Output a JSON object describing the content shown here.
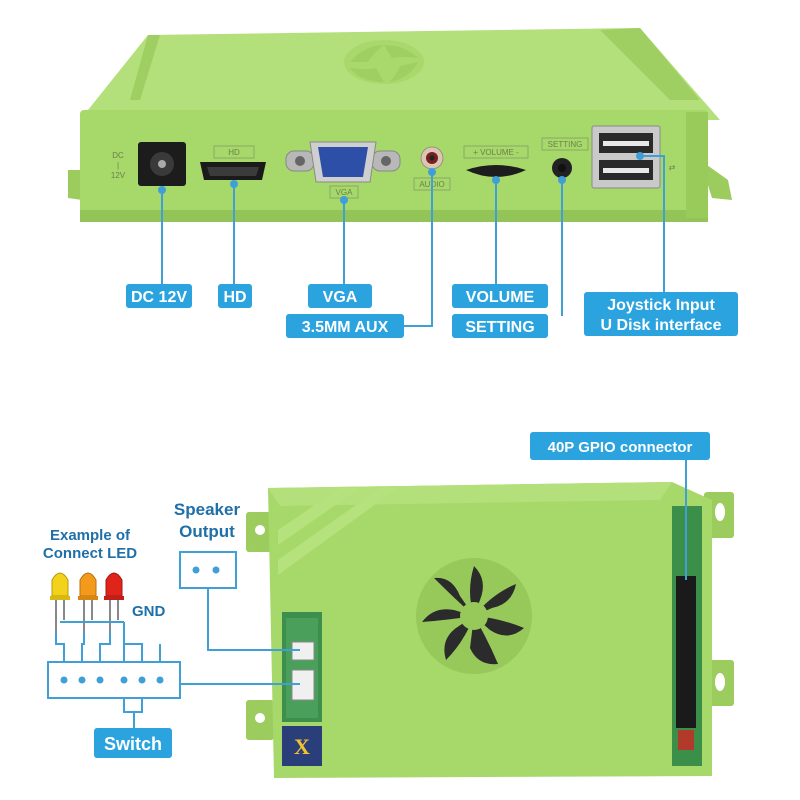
{
  "top_device": {
    "side_label": "DC\n|\n12V",
    "hd_port_label": "HD",
    "vga_port_label": "VGA",
    "audio_port_label": "AUDIO",
    "volume_port_label": "+ VOLUME -",
    "setting_port_label": "SETTING"
  },
  "callouts_top": {
    "dc": "DC 12V",
    "hd": "HD",
    "vga": "VGA",
    "aux": "3.5MM AUX",
    "volume": "VOLUME",
    "setting": "SETTING",
    "usb_line1": "Joystick Input",
    "usb_line2": "U Disk interface"
  },
  "callouts_bottom": {
    "gpio": "40P GPIO connector",
    "speaker_line1": "Speaker",
    "speaker_line2": "Output",
    "led_line1": "Example of",
    "led_line2": "Connect LED",
    "gnd": "GND",
    "switch": "Switch"
  },
  "colors": {
    "case_green": "#a6d86a",
    "case_shadow": "#8fc255",
    "label_blue": "#2aa3df",
    "line_blue": "#3f9fd6",
    "led_yellow": "#f2d21a",
    "led_orange": "#f39a1c",
    "led_red": "#e0241b"
  }
}
